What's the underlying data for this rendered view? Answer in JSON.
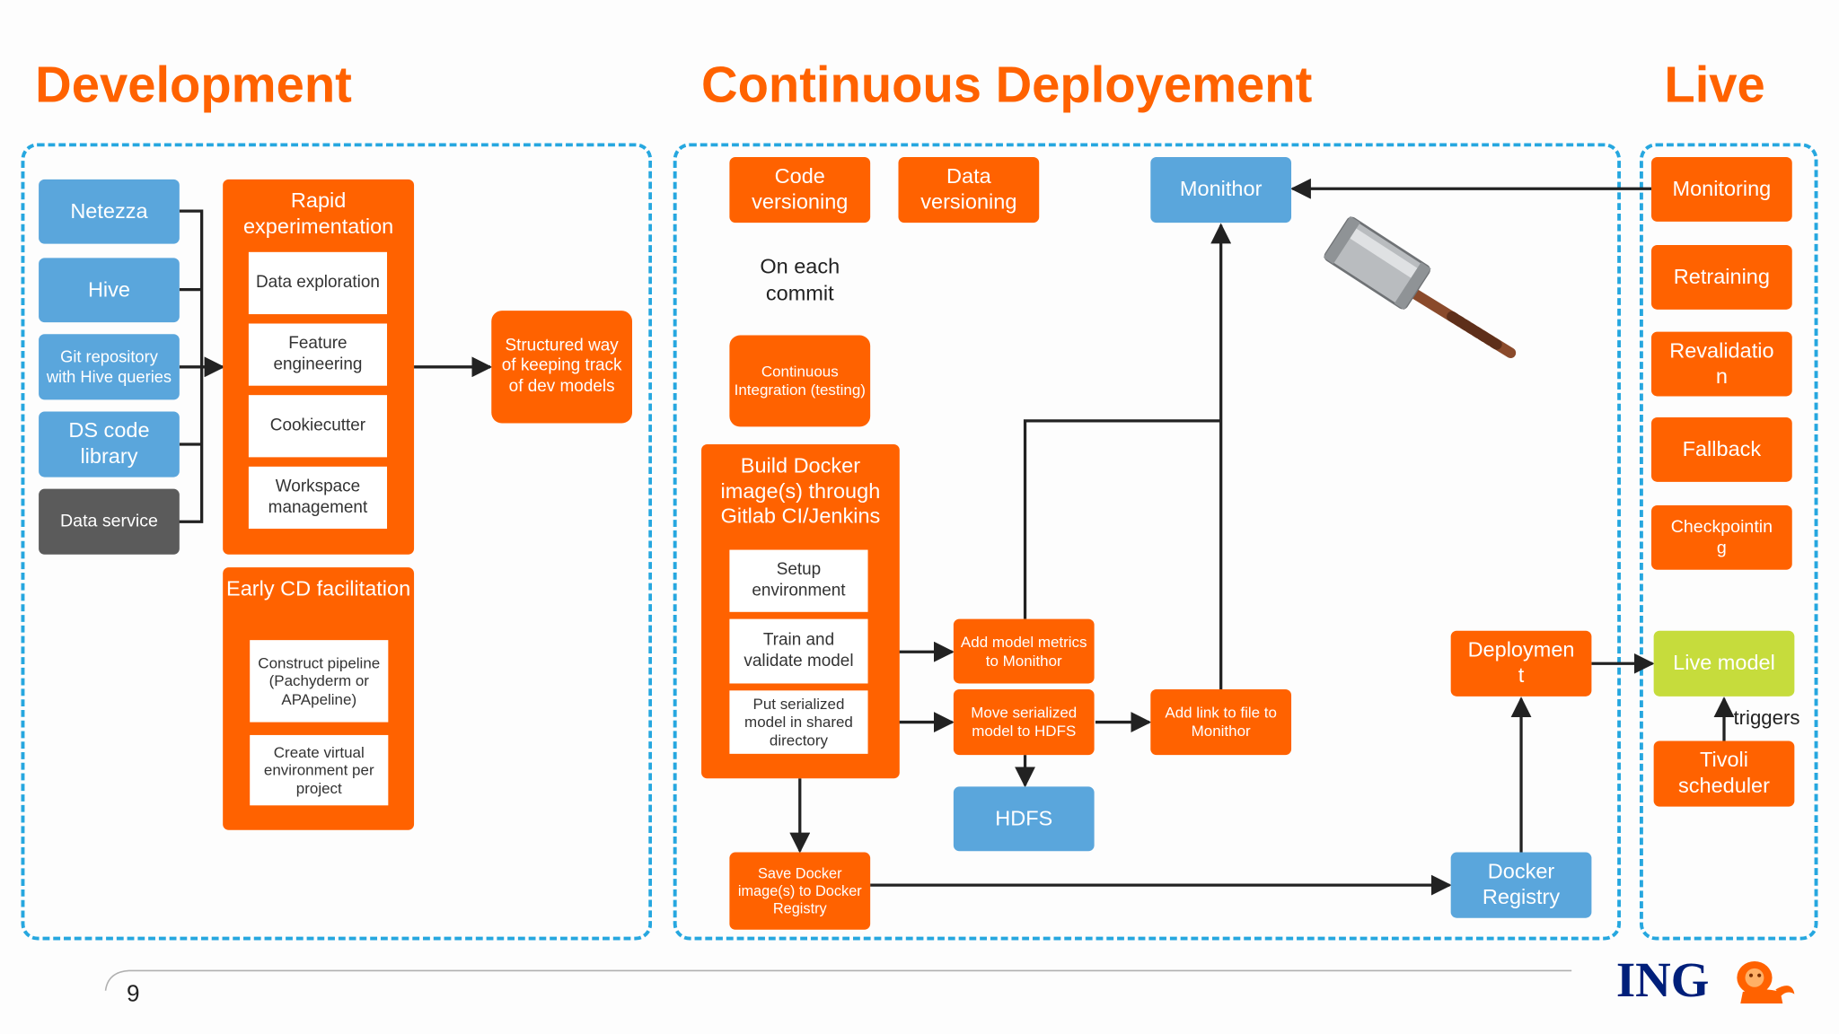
{
  "headers": {
    "development": "Development",
    "cd": "Continuous Deployement",
    "live": "Live"
  },
  "development": {
    "sources": [
      "Netezza",
      "Hive",
      "Git repository with Hive queries",
      "DS code library",
      "Data service"
    ],
    "rapid": {
      "title": "Rapid experimentation",
      "items": [
        "Data exploration",
        "Feature engineering",
        "Cookiecutter",
        "Workspace management"
      ]
    },
    "early_cd": {
      "title": "Early CD facilitation",
      "items": [
        "Construct pipeline (Pachyderm or APApeline)",
        "Create virtual environment per project"
      ]
    },
    "structured": "Structured way of keeping track of dev models"
  },
  "cd": {
    "code_versioning": "Code versioning",
    "data_versioning": "Data versioning",
    "on_each_commit": "On each commit",
    "ci": "Continuous Integration (testing)",
    "build": {
      "title": "Build Docker image(s) through Gitlab CI/Jenkins",
      "items": [
        "Setup environment",
        "Train and validate model",
        "Put serialized model in shared directory"
      ]
    },
    "save_docker": "Save Docker image(s) to Docker Registry",
    "add_metrics": "Add model metrics to Monithor",
    "move_model": "Move serialized model to HDFS",
    "add_link": "Add link to file to Monithor",
    "hdfs": "HDFS",
    "monithor": "Monithor",
    "deployment": "Deploymen\nt",
    "docker_registry": "Docker Registry"
  },
  "live": {
    "items": [
      "Monitoring",
      "Retraining",
      "Revalidatio\nn",
      "Fallback",
      "Checkpointin\ng"
    ],
    "live_model": "Live model",
    "triggers": "triggers",
    "tivoli": "Tivoli scheduler"
  },
  "footer": {
    "page_number": "9",
    "brand": "ING"
  },
  "colors": {
    "orange": "#ff6200",
    "blue": "#5aa6dc",
    "dashed_border": "#26a7df",
    "green": "#c6dc3c",
    "gray": "#5b5b5b"
  },
  "icons": [
    "hammer-icon",
    "ing-lion-logo"
  ]
}
